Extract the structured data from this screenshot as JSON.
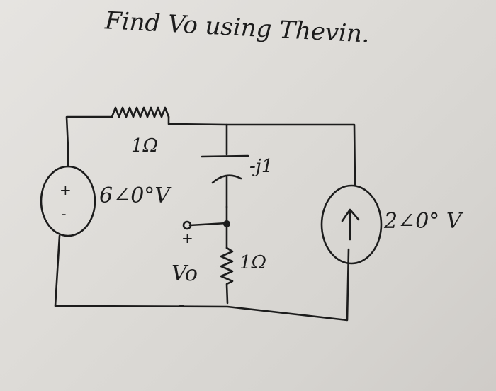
{
  "title": "Find Vo using Thevin.",
  "labels": {
    "r_top": "1Ω",
    "capacitor": "-j1",
    "voltage_source": "6∠0°V",
    "current_source": "2∠0° V",
    "r_bottom": "1Ω",
    "vo": "Vo",
    "plus_source": "+",
    "minus_source": "-",
    "plus_vo": "+",
    "minus_vo": "-"
  }
}
